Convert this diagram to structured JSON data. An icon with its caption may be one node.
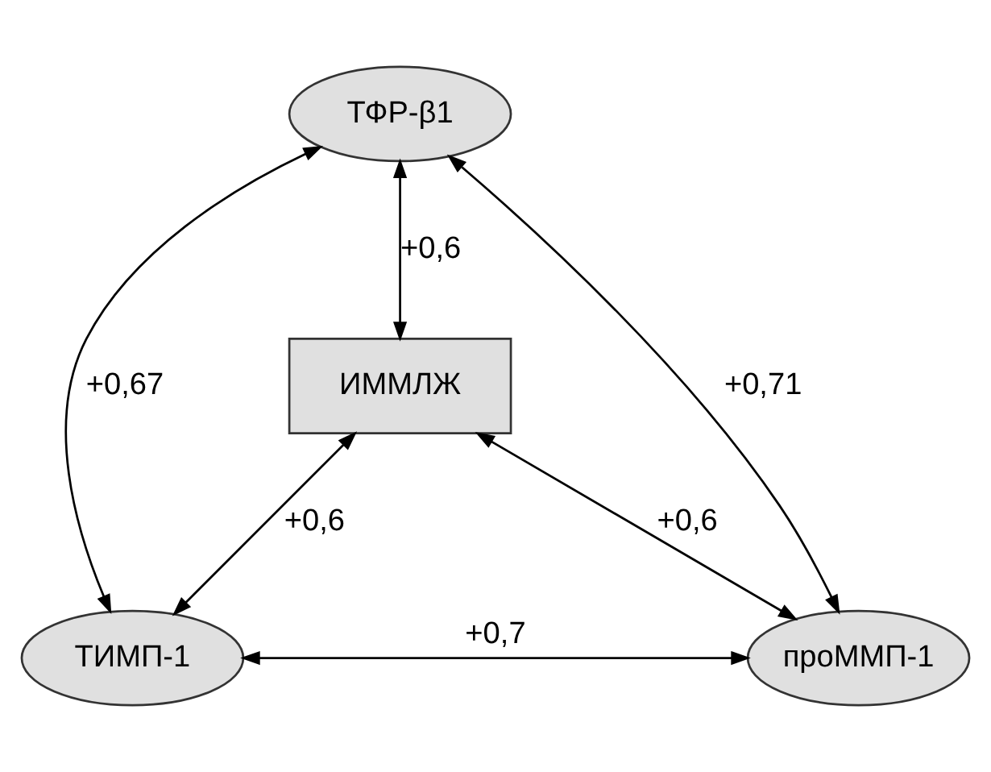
{
  "diagram": {
    "nodes": [
      {
        "text": [
          "ТФР-β1"
        ]
      },
      {
        "text": [
          "ИММЛЖ"
        ]
      },
      {
        "text": [
          "ТИМП-1"
        ]
      },
      {
        "text": [
          "проММП-1"
        ]
      }
    ],
    "edges": [
      {
        "from": 0,
        "to": 2,
        "arrow": "both",
        "label": "+0,67"
      },
      {
        "from": 0,
        "to": 1,
        "arrow": "both",
        "label": "+0,6"
      },
      {
        "from": 0,
        "to": 3,
        "arrow": "both",
        "label": "+0,71"
      },
      {
        "from": 1,
        "to": 2,
        "arrow": "both",
        "label": "+0,6"
      },
      {
        "from": 1,
        "to": 3,
        "arrow": "both",
        "label": "+0,6"
      },
      {
        "from": 2,
        "to": 3,
        "arrow": "both",
        "label": "+0,7"
      }
    ]
  }
}
